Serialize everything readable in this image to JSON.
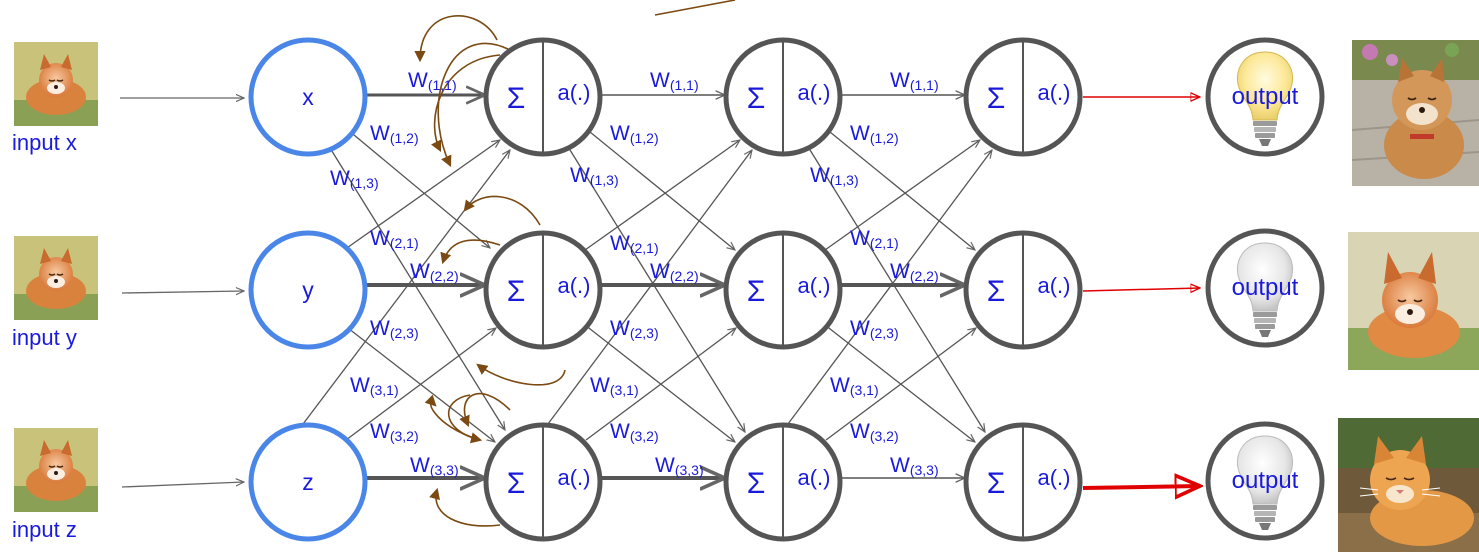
{
  "inputs": [
    {
      "label": "input x",
      "node": "x"
    },
    {
      "label": "input y",
      "node": "y"
    },
    {
      "label": "input z",
      "node": "z"
    }
  ],
  "neuron": {
    "sum_symbol": "Σ",
    "activation": "a(.)"
  },
  "outputs": [
    {
      "label": "output",
      "bulb": "lit",
      "image": "shiba-dog-photo"
    },
    {
      "label": "output",
      "bulb": "unlit",
      "image": "fox-photo"
    },
    {
      "label": "output",
      "bulb": "unlit",
      "image": "cat-photo"
    }
  ],
  "input_image": "fox-photo",
  "weights": {
    "prefix": "W",
    "w11": "(1,1)",
    "w12": "(1,2)",
    "w13": "(1,3)",
    "w21": "(2,1)",
    "w22": "(2,2)",
    "w23": "(2,3)",
    "w31": "(3,1)",
    "w32": "(3,2)",
    "w33": "(3,3)"
  },
  "colors": {
    "input_node": "#4a86e8",
    "hidden_node": "#555555",
    "text": "#1a1adb",
    "output_edge": "#e00000",
    "backprop_arrow": "#7a4a12"
  }
}
